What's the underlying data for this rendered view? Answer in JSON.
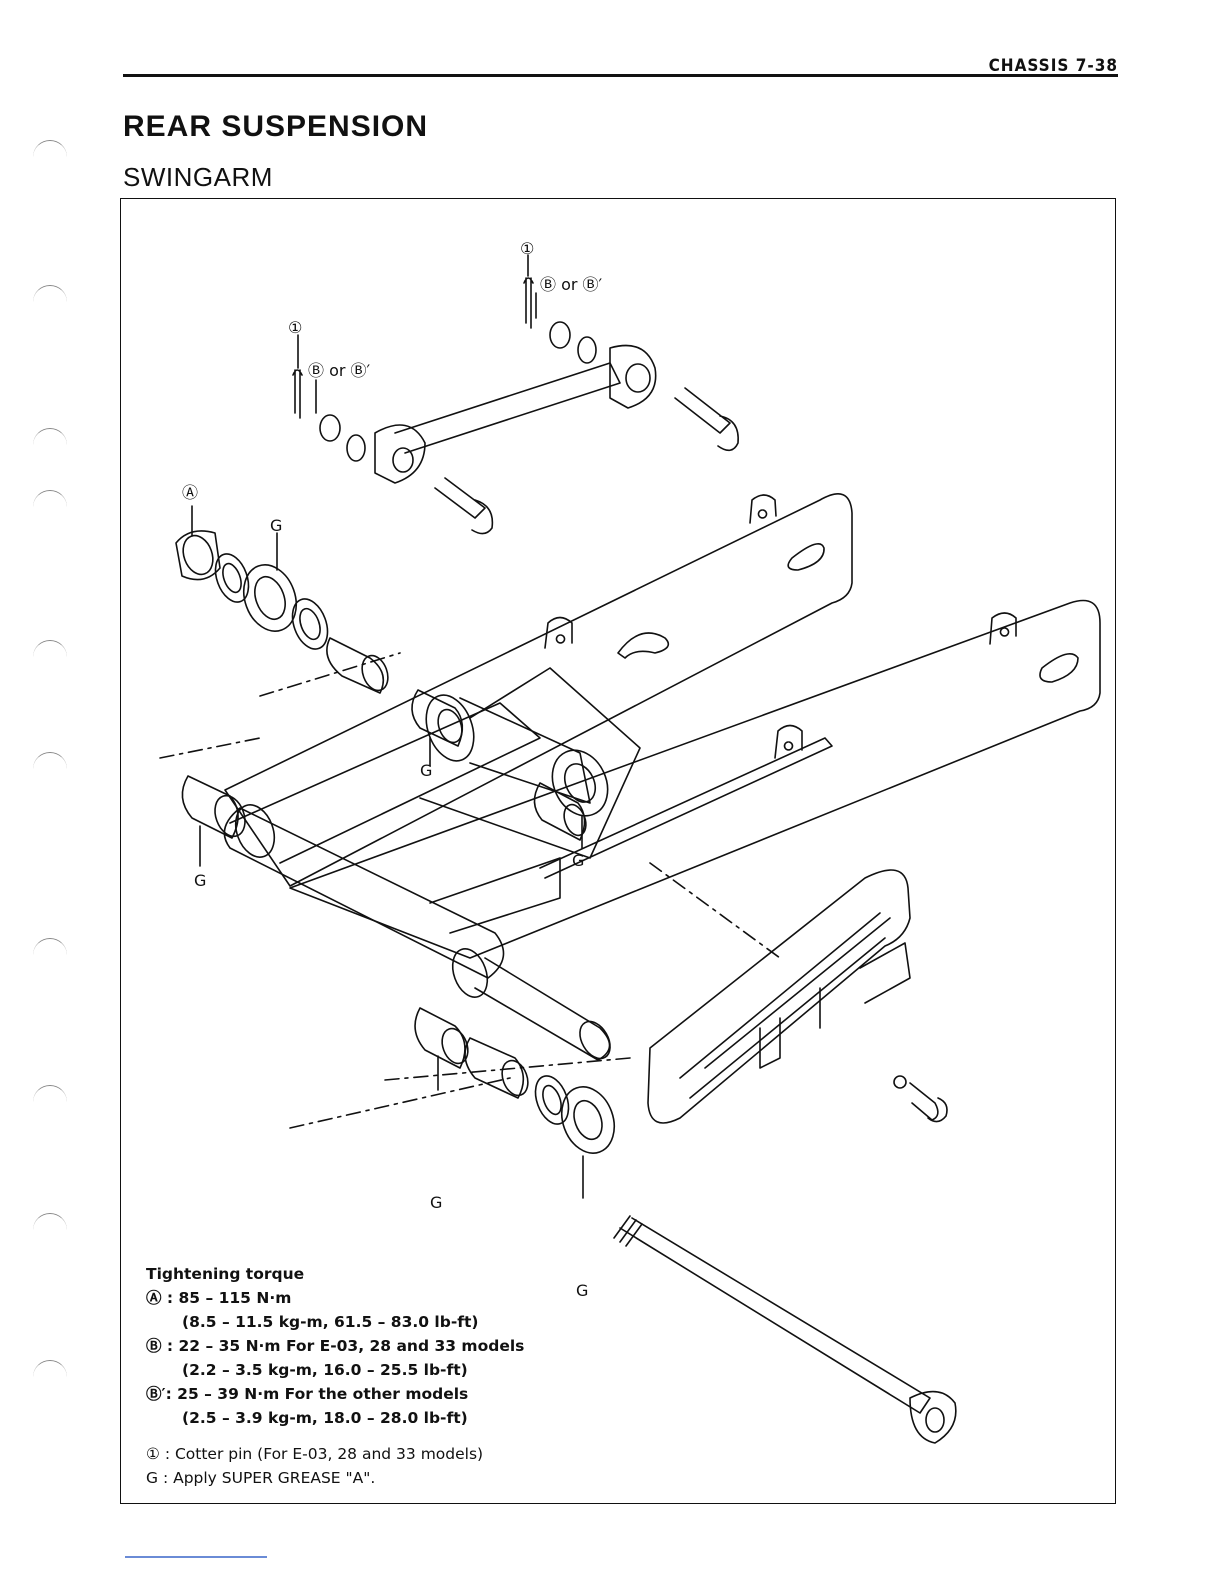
{
  "header": {
    "section": "CHASSIS",
    "page": "7-38"
  },
  "title": "REAR SUSPENSION",
  "subtitle": "SWINGARM",
  "callouts": {
    "cotter": "①",
    "nut_b": "Ⓑ or Ⓑ′",
    "nut_a": "Ⓐ",
    "grease": "G"
  },
  "legend": {
    "heading": "Tightening torque",
    "a_line1": "Ⓐ : 85 – 115 N·m",
    "a_line2": "(8.5 – 11.5 kg-m, 61.5 – 83.0 lb-ft)",
    "b_line1": "Ⓑ : 22 – 35 N·m   For E-03, 28 and 33 models",
    "b_line2": "(2.2 – 3.5 kg-m, 16.0 – 25.5 lb-ft)",
    "bp_line1": "Ⓑ′: 25 – 39 N·m   For the other models",
    "bp_line2": "(2.5 – 3.9 kg-m, 18.0 – 28.0 lb-ft)",
    "note1": "① : Cotter pin (For E-03, 28 and 33 models)",
    "note2": "G  : Apply SUPER GREASE \"A\"."
  }
}
